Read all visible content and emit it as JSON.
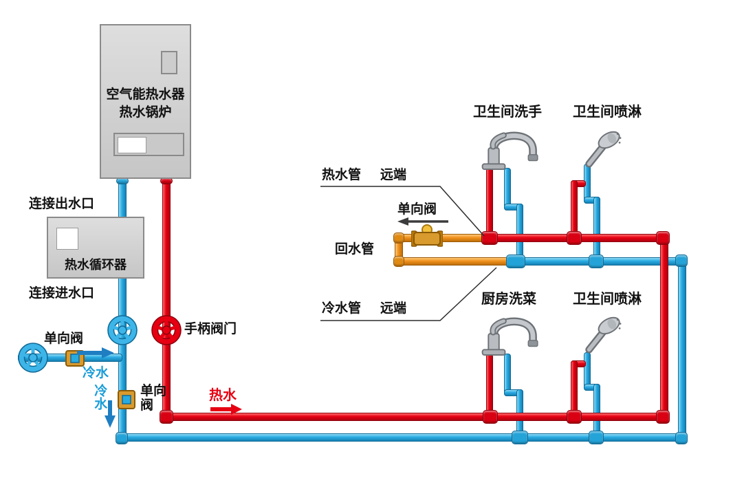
{
  "heater": {
    "line1": "空气能热水器",
    "line2": "热水锅炉"
  },
  "circulator": {
    "name": "热水循环器",
    "outlet": "连接出水口",
    "inlet": "连接进水口"
  },
  "labels": {
    "inlet_check": "单向阀",
    "cold_inlet": "冷水",
    "cold_drop": "冷水",
    "riser_check": "单向阀",
    "handle_valve": "手柄阀门",
    "hot_flow": "热水",
    "hot_far": "热水管",
    "hot_far_suffix": "远端",
    "return_check": "单向阀",
    "return_pipe": "回水管",
    "cold_far": "冷水管",
    "cold_far_suffix": "远端"
  },
  "fixtures": {
    "top_left": "卫生间洗手",
    "top_right": "卫生间喷淋",
    "bottom_left": "厨房洗菜",
    "bottom_right": "卫生间喷淋"
  },
  "colors": {
    "hot": "#e60012",
    "cold": "#29abe2",
    "return_pipe": "#f0911e"
  }
}
